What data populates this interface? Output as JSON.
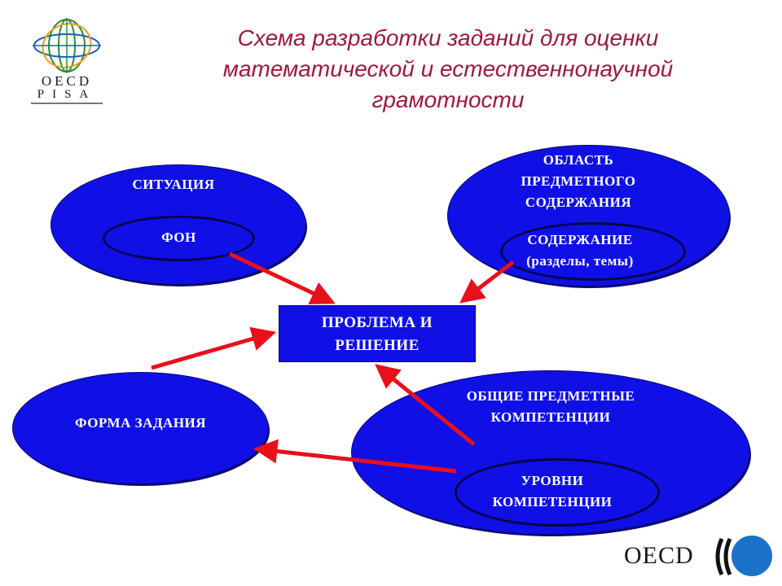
{
  "title": {
    "line1": "Схема разработки заданий для оценки",
    "line2": "математической и естественнонаучной",
    "line3": "грамотности"
  },
  "logo_pisa": {
    "line1": "OECD",
    "line2": "PISA"
  },
  "logo_oecd": {
    "text": "OECD"
  },
  "situation": {
    "outer": "СИТУАЦИЯ",
    "inner": "ФОН"
  },
  "content_area": {
    "outer_line1": "ОБЛАСТЬ",
    "outer_line2": "ПРЕДМЕТНОГО",
    "outer_line3": "СОДЕРЖАНИЯ",
    "inner_line1": "СОДЕРЖАНИЕ",
    "inner_line2": "(разделы, темы)"
  },
  "center": {
    "line1": "ПРОБЛЕМА И",
    "line2": "РЕШЕНИЕ"
  },
  "task_form": {
    "label": "ФОРМА ЗАДАНИЯ"
  },
  "competencies": {
    "outer_line1": "ОБЩИЕ ПРЕДМЕТНЫЕ",
    "outer_line2": "КОМПЕТЕНЦИИ",
    "inner_line1": "УРОВНИ",
    "inner_line2": "КОМПЕТЕНЦИИ"
  },
  "colors": {
    "oval_fill": "#1010e6",
    "arrow": "#e8101a",
    "title": "#9a1a3a",
    "logo_circle": "#1a73c8"
  }
}
